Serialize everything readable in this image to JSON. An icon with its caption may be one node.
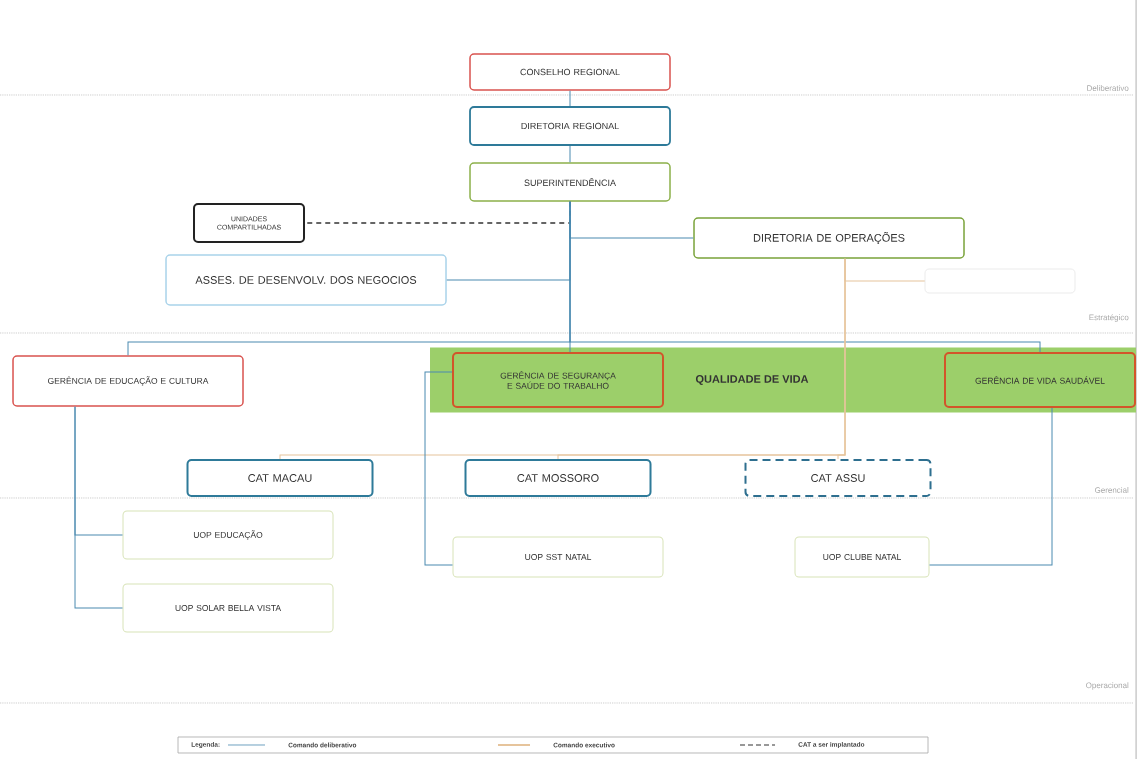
{
  "diagram": {
    "nodes": [
      {
        "text": [
          "CONSELHO REGIONAL"
        ]
      },
      {
        "text": [
          "DIRETORIA REGIONAL"
        ]
      },
      {
        "text": [
          "SUPERINTENDÊNCIA"
        ]
      },
      {
        "text": [
          "UNIDADES COMPARTILHADAS"
        ]
      },
      {
        "text": [
          "DIRETORIA DE OPERAÇÕES"
        ]
      },
      {
        "text": [],
        "shape": "box"
      },
      {
        "text": [
          "ASSES. DE DESENVOLV. DOS NEGOCIOS"
        ]
      },
      {
        "text": [
          "GERÊNCIA DE EDUCAÇÃO E CULTURA"
        ]
      },
      {
        "text": [
          "QUALIDADE DE VIDA"
        ]
      },
      {
        "text": [
          "GERÊNCIA DE SEGURANÇA E SAÚDE DO TRABALHO"
        ],
        "in": 8
      },
      {
        "text": [
          "GERÊNCIA DE VIDA SAUDÁVEL"
        ],
        "in": 8
      },
      {
        "text": [
          "CAT MACAU"
        ]
      },
      {
        "text": [
          "CAT MOSSORO"
        ]
      },
      {
        "text": [
          "CAT ASSU"
        ]
      },
      {
        "text": [
          "UOP EDUCAÇÃO"
        ]
      },
      {
        "text": [
          "UOP SST NATAL"
        ]
      },
      {
        "text": [
          "UOP CLUBE NATAL"
        ]
      },
      {
        "text": [
          "UOP SOLAR BELLA VISTA"
        ]
      }
    ],
    "edges": [
      {
        "from": 0,
        "to": 1,
        "arrow": "none"
      },
      {
        "from": 1,
        "to": 2,
        "arrow": "none"
      },
      {
        "from": 2,
        "to": 3,
        "arrow": "none",
        "style": "dashed",
        "color": "#333333"
      },
      {
        "from": 2,
        "to": 4,
        "arrow": "none"
      },
      {
        "from": 2,
        "to": 6,
        "arrow": "none"
      },
      {
        "from": 2,
        "to": 7,
        "arrow": "none"
      },
      {
        "from": 2,
        "to": 9,
        "arrow": "none"
      },
      {
        "from": 2,
        "to": 10,
        "arrow": "none"
      },
      {
        "from": 4,
        "to": 5,
        "arrow": "none",
        "color": "#e6c49c"
      },
      {
        "from": 4,
        "to": 11,
        "arrow": "none",
        "color": "#e6c49c"
      },
      {
        "from": 4,
        "to": 12,
        "arrow": "none",
        "color": "#e6c49c"
      },
      {
        "from": 4,
        "to": 13,
        "arrow": "none",
        "color": "#e6c49c"
      },
      {
        "from": 7,
        "to": 14,
        "arrow": "none"
      },
      {
        "from": 7,
        "to": 17,
        "arrow": "none"
      },
      {
        "from": 9,
        "to": 15,
        "arrow": "none"
      },
      {
        "from": 10,
        "to": 16,
        "arrow": "none"
      }
    ],
    "labels": [
      "Deliberativo",
      "Estratégico",
      "Gerencial",
      "Operacional",
      "Legenda:"
    ],
    "legend": [
      {
        "text": "Comando deliberativo"
      },
      {
        "text": "Comando executivo"
      },
      {
        "text": "CAT a ser implantado"
      }
    ]
  }
}
